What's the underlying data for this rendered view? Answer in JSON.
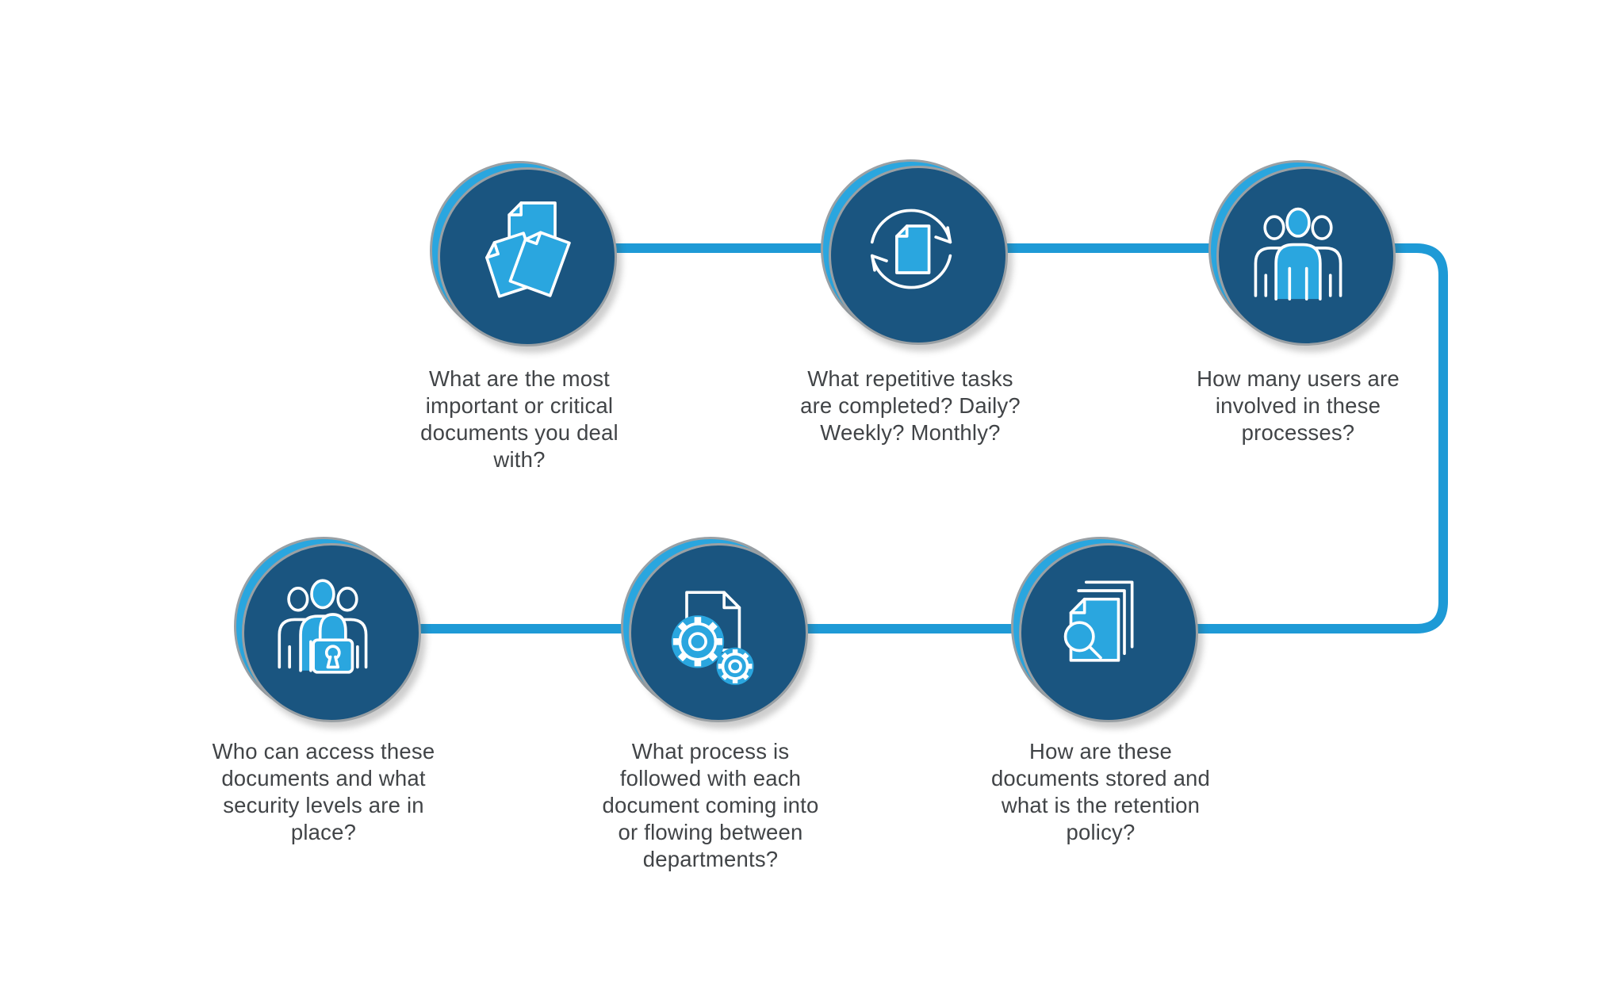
{
  "canvas": {
    "background": "#FFFFFF"
  },
  "palette": {
    "circle_fill": "#2AA6DF",
    "circle_shadow": "#1A5580",
    "circle_rim": "#99A0A5",
    "connector": "#1E9AD6",
    "icon_stroke": "#FFFFFF",
    "text": "#414447"
  },
  "diagram": {
    "title": "",
    "nodes": [
      {
        "icon": "documents-icon",
        "question": "What are the most\nimportant or critical\ndocuments you deal\nwith?"
      },
      {
        "icon": "document-sync-icon",
        "question": "What repetitive tasks\nare completed? Daily?\nWeekly? Monthly?"
      },
      {
        "icon": "users-icon",
        "question": "How many users are\ninvolved in these\nprocesses?"
      },
      {
        "icon": "users-lock-icon",
        "question": "Who can access these\ndocuments and what\nsecurity levels are in\nplace?"
      },
      {
        "icon": "document-gears-icon",
        "question": "What process is\nfollowed with each\ndocument coming into\nor flowing between\ndepartments?"
      },
      {
        "icon": "documents-search-icon",
        "question": "How are these\ndocuments stored and\nwhat is the retention\npolicy?"
      }
    ]
  }
}
